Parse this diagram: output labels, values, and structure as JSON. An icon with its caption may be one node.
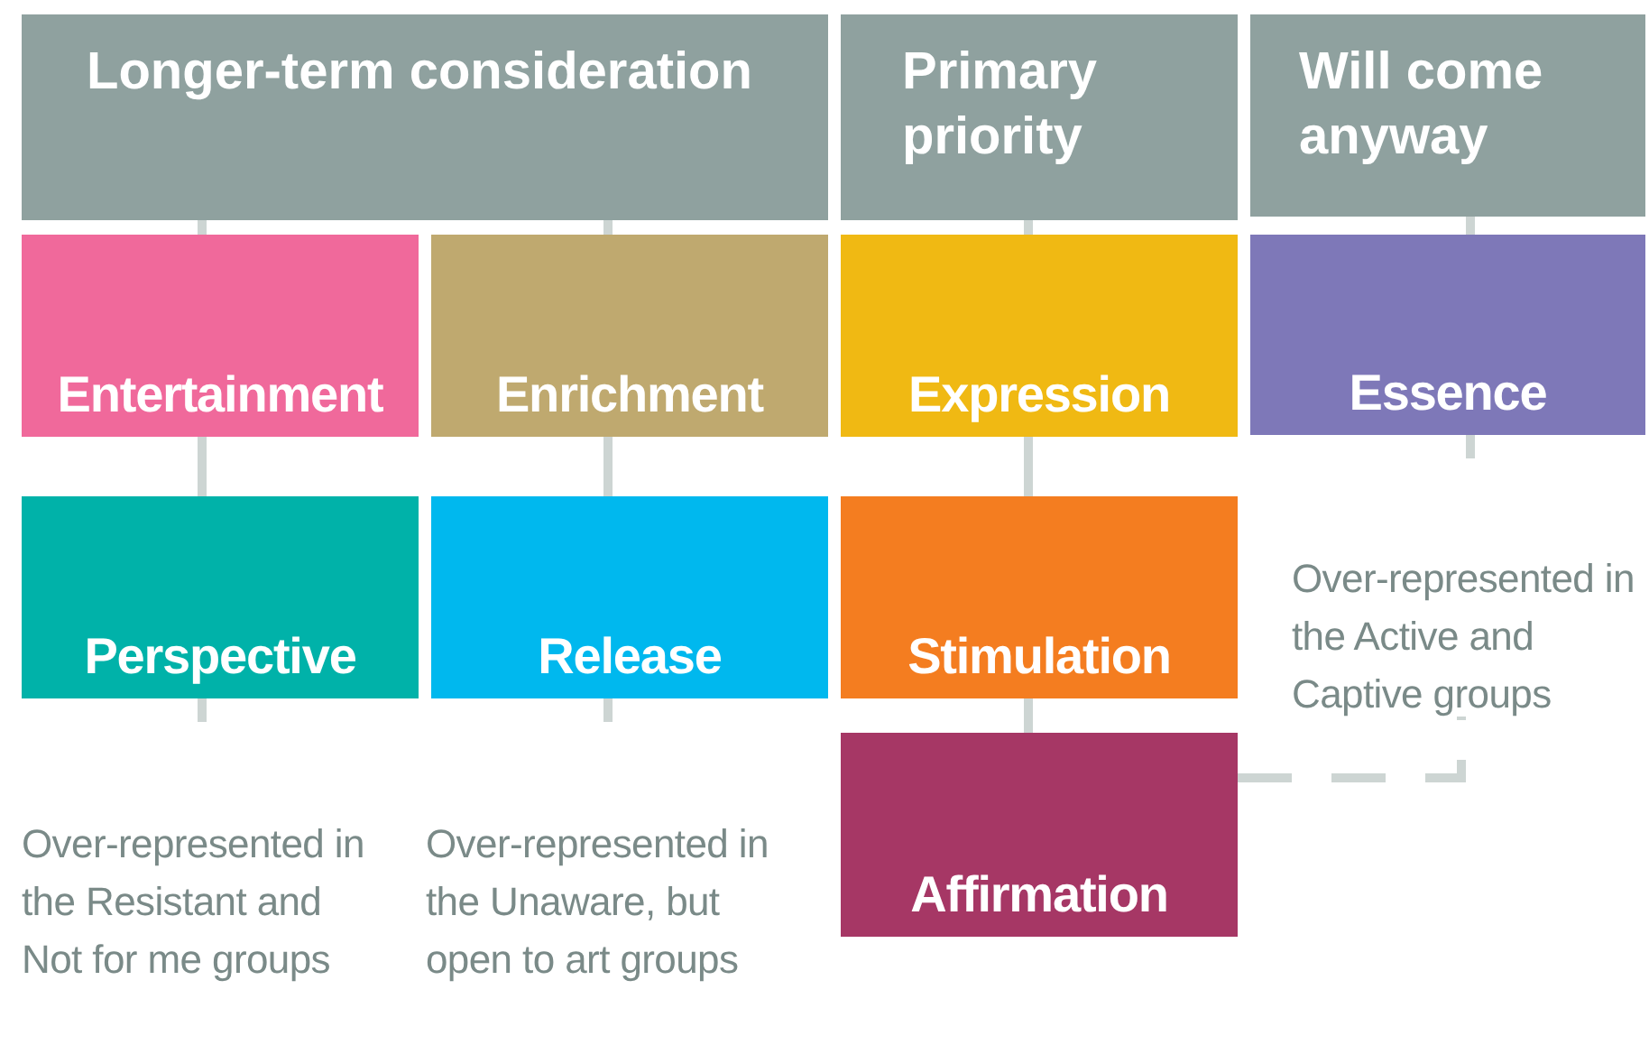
{
  "diagram": {
    "nodes": [
      {
        "text": [
          "Longer-term consideration"
        ]
      },
      {
        "text": [
          "Primary priority"
        ]
      },
      {
        "text": [
          "Will come anyway"
        ]
      },
      {
        "text": [
          "Entertainment"
        ]
      },
      {
        "text": [
          "Enrichment"
        ]
      },
      {
        "text": [
          "Expression"
        ]
      },
      {
        "text": [
          "Essence"
        ]
      },
      {
        "text": [
          "Perspective"
        ]
      },
      {
        "text": [
          "Release"
        ]
      },
      {
        "text": [
          "Stimulation"
        ]
      },
      {
        "text": [
          "Affirmation"
        ]
      },
      {
        "text": [
          "Over-represented in the Resistant and Not for me groups"
        ]
      },
      {
        "text": [
          "Over-represented in the Unaware, but open to art groups"
        ]
      },
      {
        "text": [
          "Over-represented in the Active and Captive groups"
        ]
      }
    ],
    "edges": [
      {
        "from": 0,
        "to": 3,
        "arrow": "none"
      },
      {
        "from": 0,
        "to": 4,
        "arrow": "none"
      },
      {
        "from": 1,
        "to": 5,
        "arrow": "none"
      },
      {
        "from": 2,
        "to": 6,
        "arrow": "none"
      },
      {
        "from": 3,
        "to": 7,
        "arrow": "none"
      },
      {
        "from": 4,
        "to": 8,
        "arrow": "none"
      },
      {
        "from": 5,
        "to": 9,
        "arrow": "none"
      },
      {
        "from": 9,
        "to": 10,
        "arrow": "none"
      },
      {
        "from": 6,
        "to": null,
        "arrow": "none"
      },
      {
        "from": 7,
        "to": null,
        "arrow": "none"
      },
      {
        "from": 8,
        "to": null,
        "arrow": "none"
      },
      {
        "from": 10,
        "to": 13,
        "arrow": "none",
        "style": "dashed"
      }
    ]
  }
}
